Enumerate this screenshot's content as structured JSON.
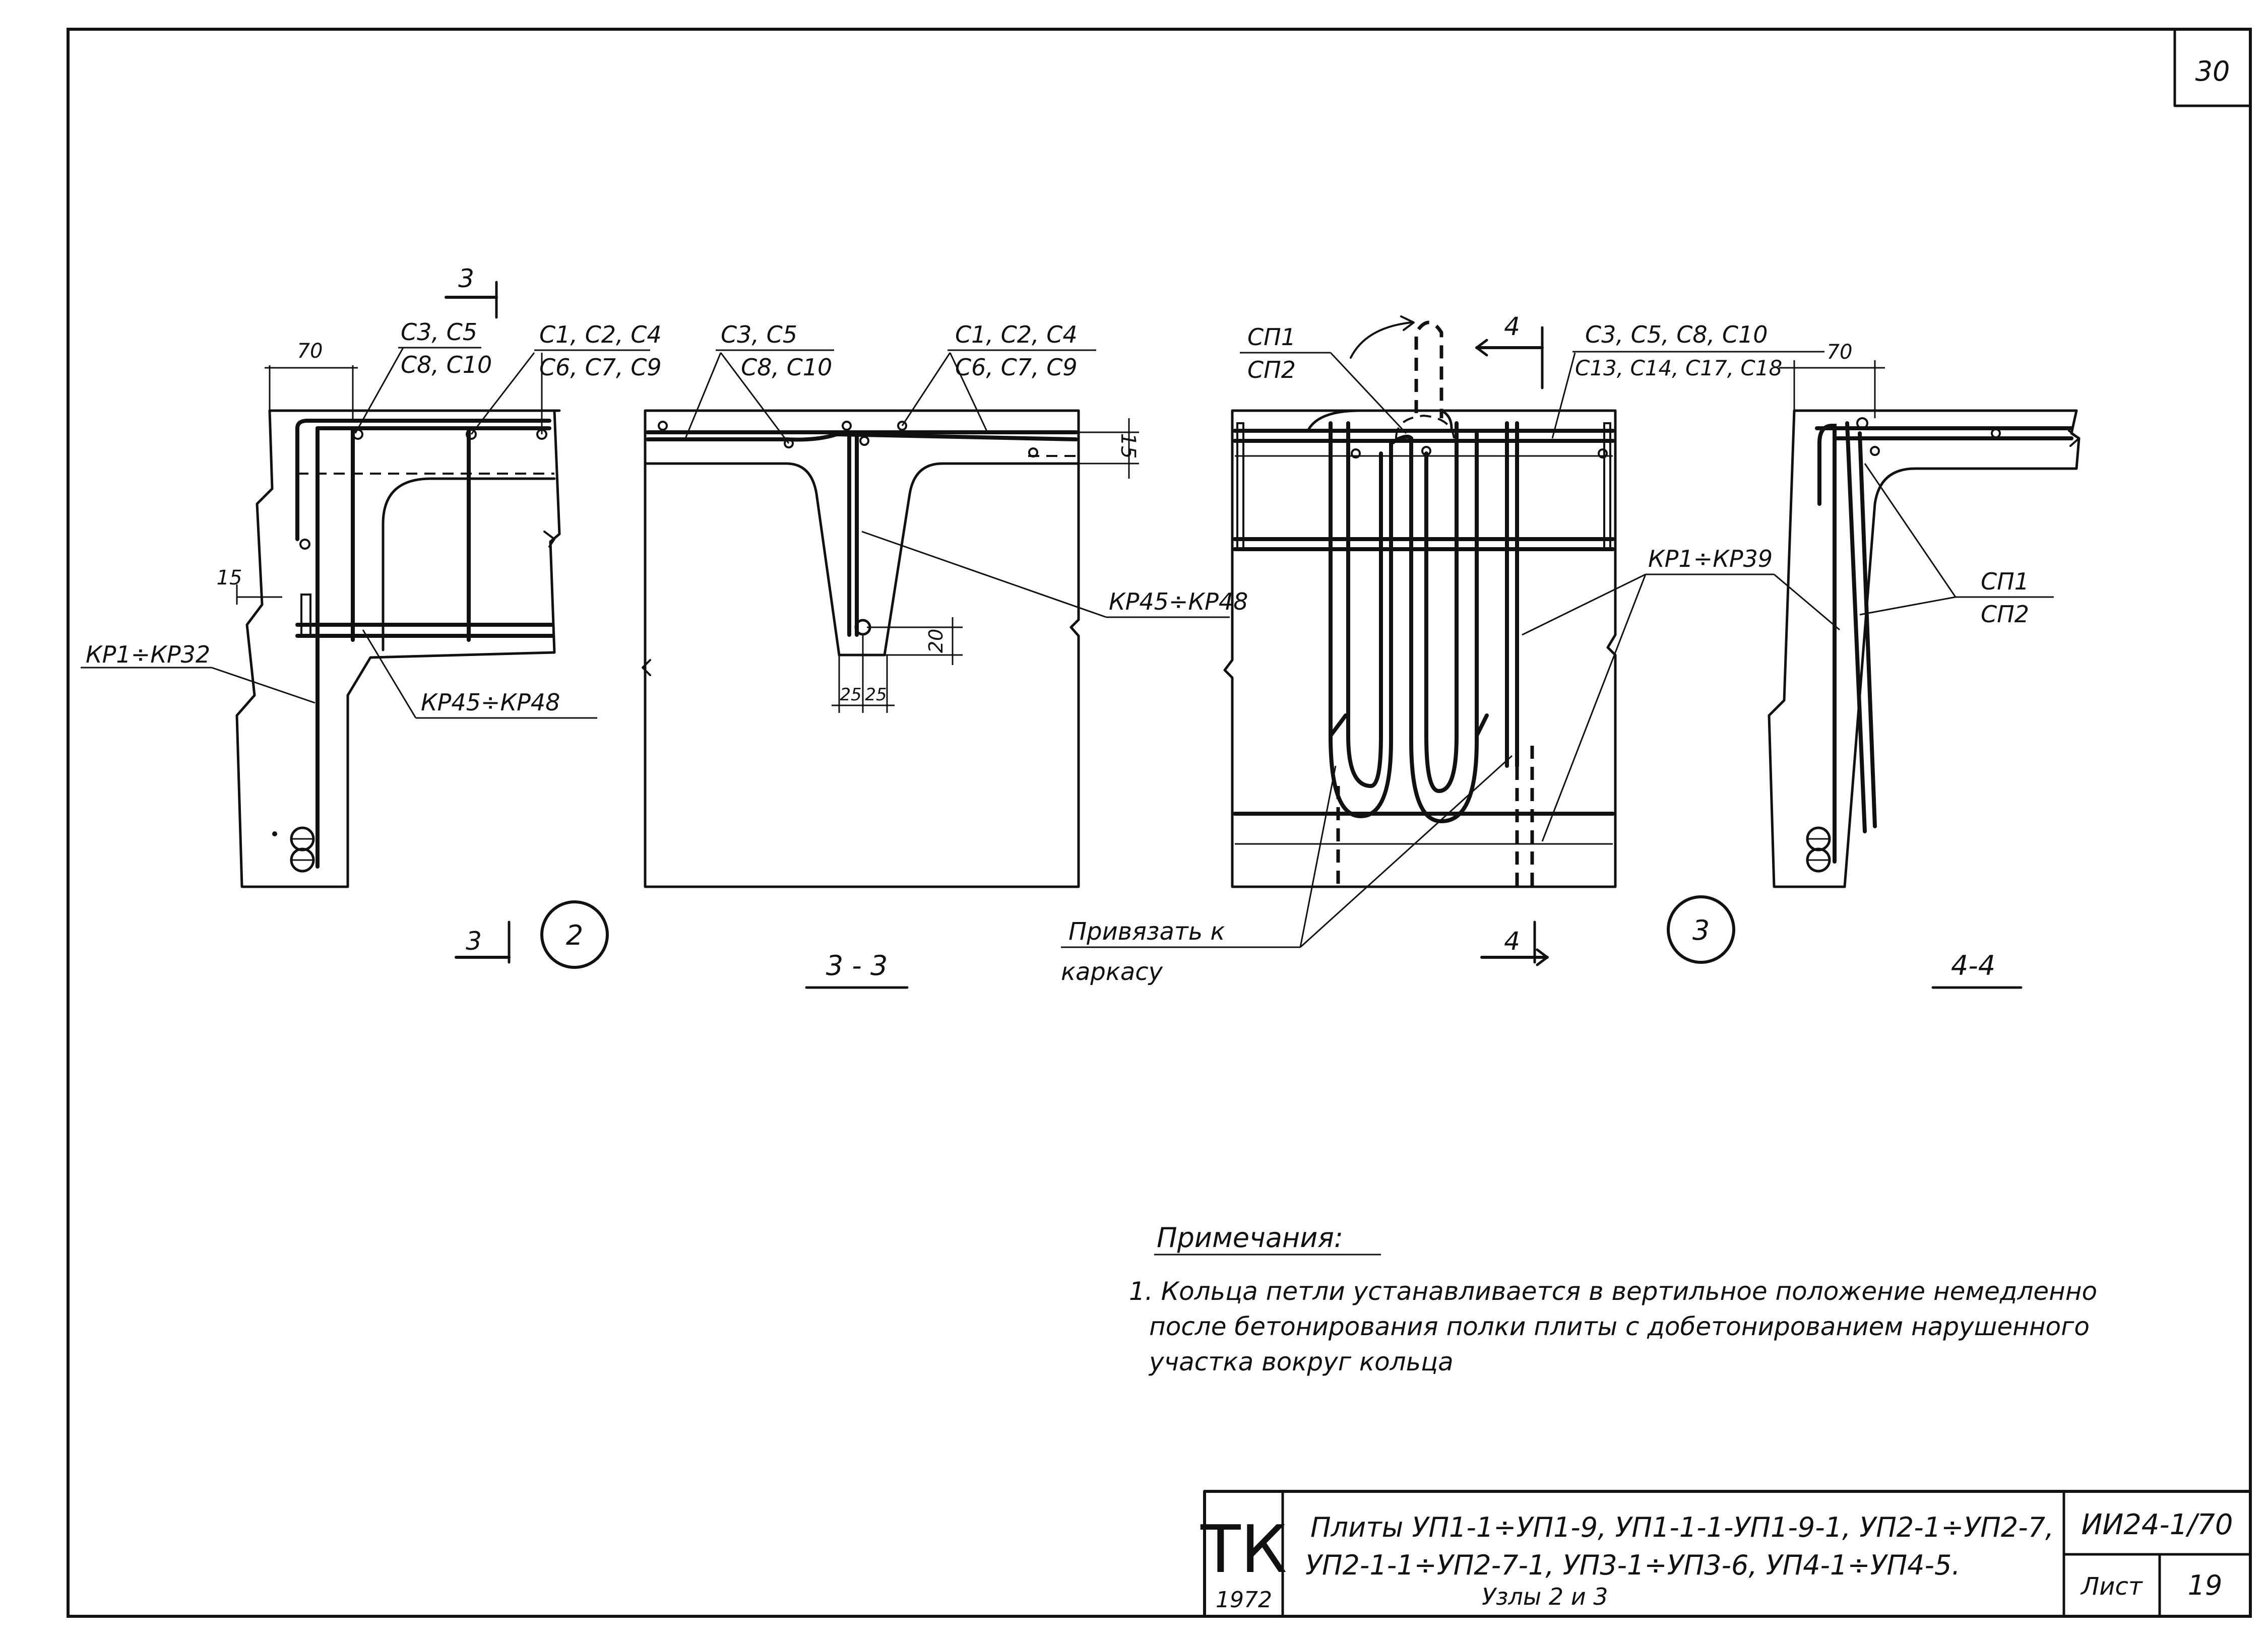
{
  "sheet_number": "30",
  "details": {
    "node2": {
      "labels": {
        "section_mark_top": "3",
        "section_mark_bottom": "3",
        "dim_70": "70",
        "dim_15": "15",
        "c_top_1": "С3, С5",
        "c_top_2": "С8, С10",
        "c_right_1": "С1, С2, С4",
        "c_right_2": "С6, С7, С9",
        "kr_left": "КР1÷КР32",
        "kr_bottom": "КР45÷КР48"
      },
      "circle_label": "2"
    },
    "section33": {
      "labels": {
        "c_left_1": "С3, С5",
        "c_left_2": "С8, С10",
        "c_right_1": "С1, С2, С4",
        "c_right_2": "С6, С7, С9",
        "kr": "КР45÷КР48",
        "dim_15": "15",
        "dim_20": "20",
        "dim_25a": "25",
        "dim_25b": "25"
      },
      "title": "3 - 3"
    },
    "node3": {
      "labels": {
        "sp_1": "СП1",
        "sp_2": "СП2",
        "section_mark_top": "4",
        "section_mark_bottom": "4",
        "c_1": "С3, С5, С8, С10",
        "c_2": "С13, С14, С17, С18",
        "kr": "КР1÷КР39",
        "tie_1": "Привязать к",
        "tie_2": "каркасу"
      },
      "circle_label": "3"
    },
    "section44": {
      "labels": {
        "dim_70": "70",
        "sp_1": "СП1",
        "sp_2": "СП2"
      },
      "title": "4-4"
    }
  },
  "notes": {
    "heading": "Примечания:",
    "lines": [
      "1. Кольца петли устанавливается в вертильное положение немедленно",
      "после бетонирования полки плиты с добетонированием нарушенного",
      "участка вокруг кольца"
    ]
  },
  "title_block": {
    "logo": "ТК",
    "year": "1972",
    "title_line1": "Плиты УП1-1÷УП1-9, УП1-1-1-УП1-9-1, УП2-1÷УП2-7,",
    "title_line2": "УП2-1-1÷УП2-7-1, УП3-1÷УП3-6, УП4-1÷УП4-5.",
    "subtitle": "Узлы 2 и 3",
    "doc_code": "ИИ24-1/70",
    "sheet_label": "Лист",
    "sheet_no": "19"
  }
}
